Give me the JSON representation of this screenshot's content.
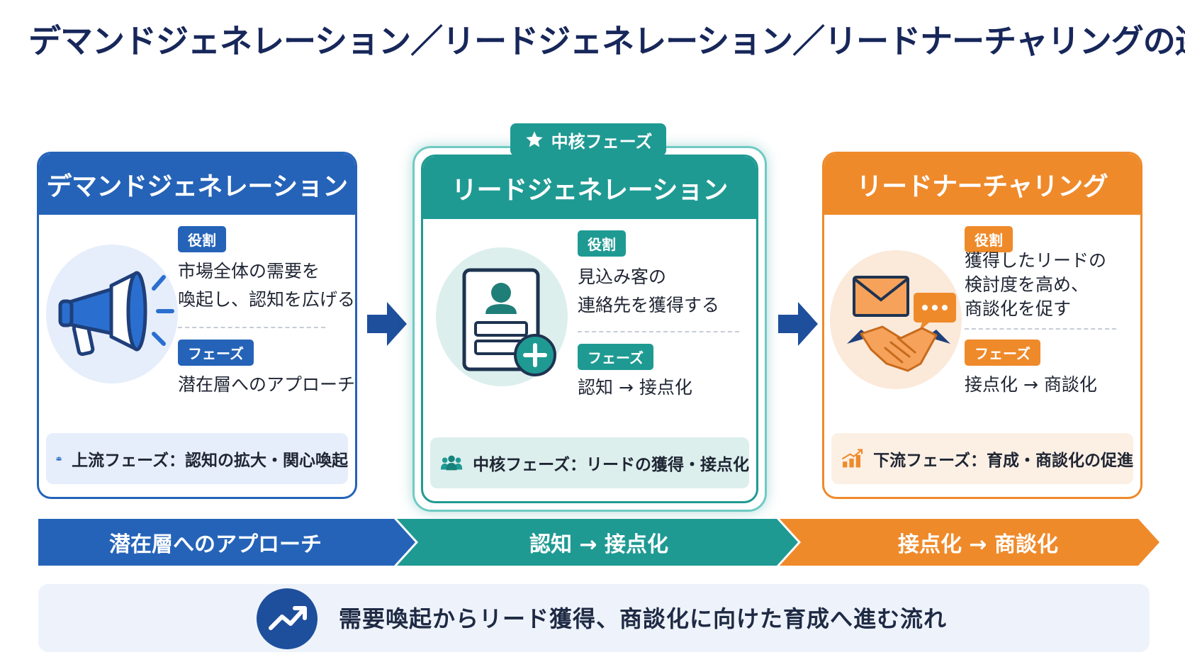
{
  "title": "デマンドジェネレーション／リードジェネレーション／リードナーチャリングの違い",
  "core_badge": "中核フェーズ",
  "cards": [
    {
      "id": "demand",
      "header": "デマンドジェネレーション",
      "role_label": "役割",
      "role_lines": [
        "市場全体の需要を",
        "喚起し、認知を広げる"
      ],
      "phase_label": "フェーズ",
      "phase_text": "潜在層へのアプローチ",
      "footer": "上流フェーズ：認知の拡大・関心喚起",
      "color": "#2563b8"
    },
    {
      "id": "lead",
      "header": "リードジェネレーション",
      "role_label": "役割",
      "role_lines": [
        "見込み客の",
        "連絡先を獲得する"
      ],
      "phase_label": "フェーズ",
      "phase_text": "認知 → 接点化",
      "footer": "中核フェーズ：リードの獲得・接点化",
      "color": "#1f9a93"
    },
    {
      "id": "nurture",
      "header": "リードナーチャリング",
      "role_label": "役割",
      "role_lines": [
        "獲得したリードの",
        "検討度を高め、",
        "商談化を促す"
      ],
      "phase_label": "フェーズ",
      "phase_text": "接点化 → 商談化",
      "footer": "下流フェーズ：育成・商談化の促進",
      "color": "#ef8a2a"
    }
  ],
  "banner": [
    "潜在層へのアプローチ",
    "認知 → 接点化",
    "接点化 → 商談化"
  ],
  "summary": "需要喚起からリード獲得、商談化に向けた育成へ進む流れ",
  "icons": {
    "demand": "megaphone-icon",
    "lead": "contact-card-add-icon",
    "nurture": "handshake-mail-chat-icon",
    "footer_people": "people-group-icon",
    "footer_growth": "growth-chart-icon",
    "core": "star-icon",
    "summary": "trend-up-icon"
  }
}
